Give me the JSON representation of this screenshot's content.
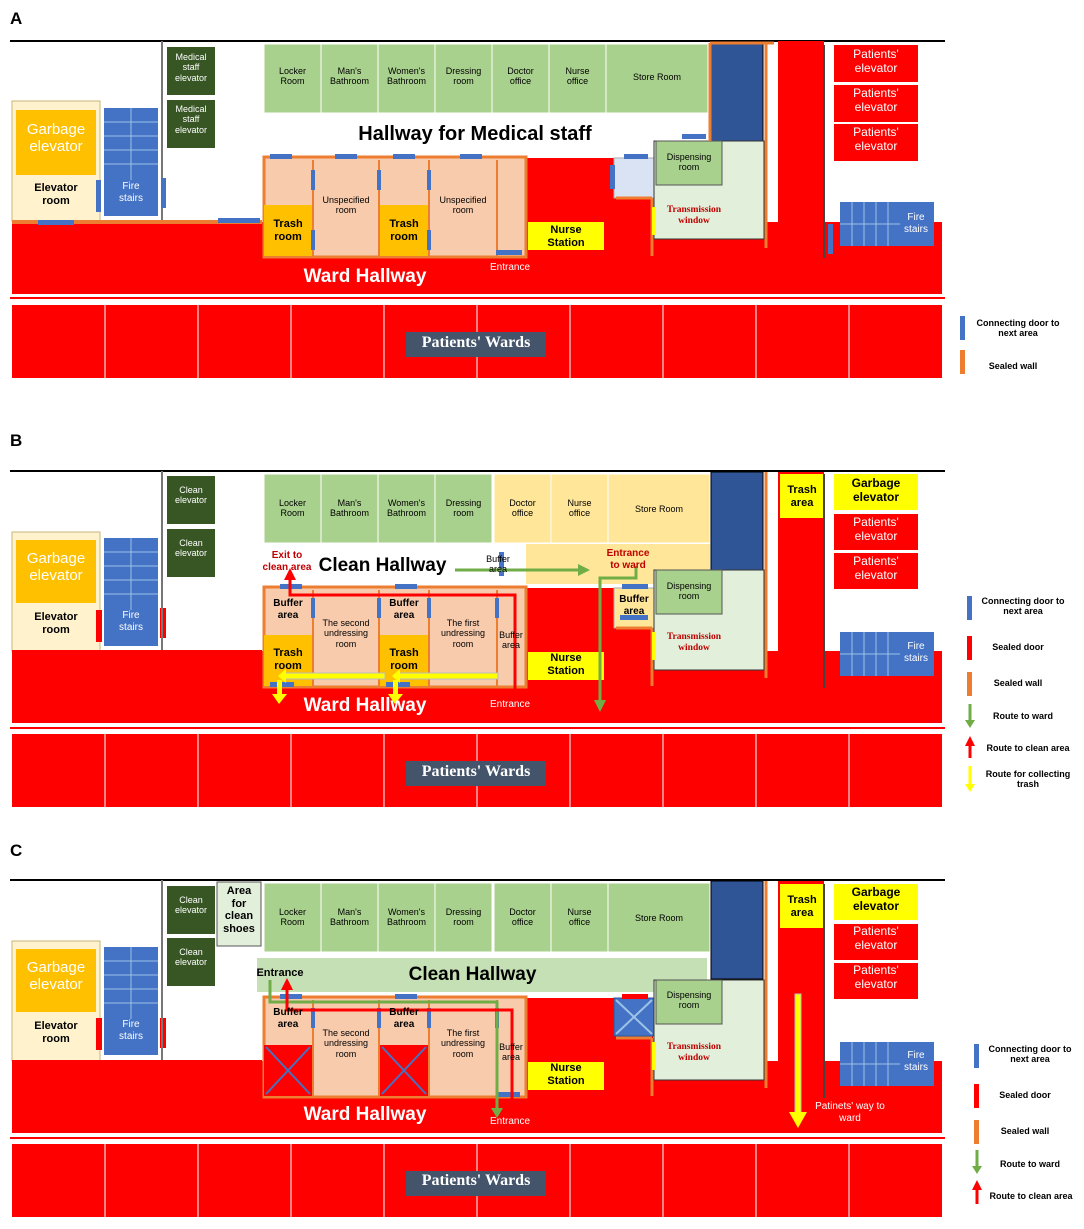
{
  "colors": {
    "red": "#ff0000",
    "green": "#a9d18e",
    "lightgreen": "#c5e0b4",
    "darkgreen": "#375623",
    "blue": "#4472c4",
    "navy": "#2f5597",
    "orange": "#ed7d31",
    "gold": "#ffc000",
    "beige": "#f8cbad",
    "yellow": "#ffff00",
    "wardlabel": "#44546a"
  },
  "panelA": {
    "letter": "A",
    "top_rooms": [
      "Locker\nRoom",
      "Man's\nBathroom",
      "Women's\nBathroom",
      "Dressing\nroom",
      "Doctor\noffice",
      "Nurse\noffice",
      "Store Room"
    ],
    "med_elevator_1": "Medical\nstaff\nelevator",
    "med_elevator_2": "Medical\nstaff\nelevator",
    "garbage_elevator": "Garbage\nelevator",
    "elevator_room": "Elevator\nroom",
    "fire_stairs_left": "Fire\nstairs",
    "fire_stairs_right": "Fire\nstairs",
    "patients_elevator_1": "Patients'\nelevator",
    "patients_elevator_2": "Patients'\nelevator",
    "patients_elevator_3": "Patients'\nelevator",
    "hallway": "Hallway for Medical staff",
    "trash_room": "Trash\nroom",
    "unspecified_room": "Unspecified\nroom",
    "nurse_station": "Nurse\nStation",
    "dispensing_room": "Dispensing\nroom",
    "transmission_window": "Transmission\nwindow",
    "entrance": "Entrance",
    "ward_hallway": "Ward Hallway",
    "patients_wards": "Patients' Wards",
    "legend": [
      "Connecting door to\nnext area",
      "Sealed wall"
    ]
  },
  "panelB": {
    "letter": "B",
    "top_rooms": [
      "Locker\nRoom",
      "Man's\nBathroom",
      "Women's\nBathroom",
      "Dressing\nroom",
      "Doctor\noffice",
      "Nurse\noffice",
      "Store Room"
    ],
    "clean_elevator": "Clean\nelevator",
    "garbage_elevator": "Garbage\nelevator",
    "elevator_room": "Elevator\nroom",
    "fire_stairs": "Fire\nstairs",
    "trash_area": "Trash\narea",
    "patients_elevator": "Patients'\nelevator",
    "exit_clean": "Exit to\nclean area",
    "clean_hallway": "Clean Hallway",
    "buffer_area": "Buffer\narea",
    "entrance_ward": "Entrance\nto ward",
    "trash_room": "Trash\nroom",
    "second_undressing": "The second\nundressing\nroom",
    "first_undressing": "The first\nundressing\nroom",
    "nurse_station": "Nurse\nStation",
    "dispensing_room": "Dispensing\nroom",
    "transmission_window": "Transmission\nwindow",
    "entrance": "Entrance",
    "ward_hallway": "Ward Hallway",
    "patients_wards": "Patients' Wards",
    "legend": [
      "Connecting door to\nnext area",
      "Sealed door",
      "Sealed wall",
      "Route to ward",
      "Route to clean area",
      "Route for collecting\ntrash"
    ]
  },
  "panelC": {
    "letter": "C",
    "top_rooms": [
      "Locker\nRoom",
      "Man's\nBathroom",
      "Women's\nBathroom",
      "Dressing\nroom",
      "Doctor\noffice",
      "Nurse\noffice",
      "Store Room"
    ],
    "clean_elevator": "Clean\nelevator",
    "clean_shoes": "Area\nfor\nclean\nshoes",
    "garbage_elevator": "Garbage\nelevator",
    "elevator_room": "Elevator\nroom",
    "fire_stairs": "Fire\nstairs",
    "trash_area": "Trash\narea",
    "patients_elevator": "Patients'\nelevator",
    "entrance_top": "Entrance",
    "clean_hallway": "Clean Hallway",
    "buffer_area": "Buffer\narea",
    "second_undressing": "The second\nundressing\nroom",
    "first_undressing": "The first\nundressing\nroom",
    "nurse_station": "Nurse\nStation",
    "dispensing_room": "Dispensing\nroom",
    "transmission_window": "Transmission\nwindow",
    "patients_way": "Patinets' way to\nward",
    "entrance": "Entrance",
    "ward_hallway": "Ward Hallway",
    "patients_wards": "Patients' Wards",
    "legend": [
      "Connecting door to\nnext area",
      "Sealed door",
      "Sealed wall",
      "Route to ward",
      "Route to clean area"
    ]
  }
}
